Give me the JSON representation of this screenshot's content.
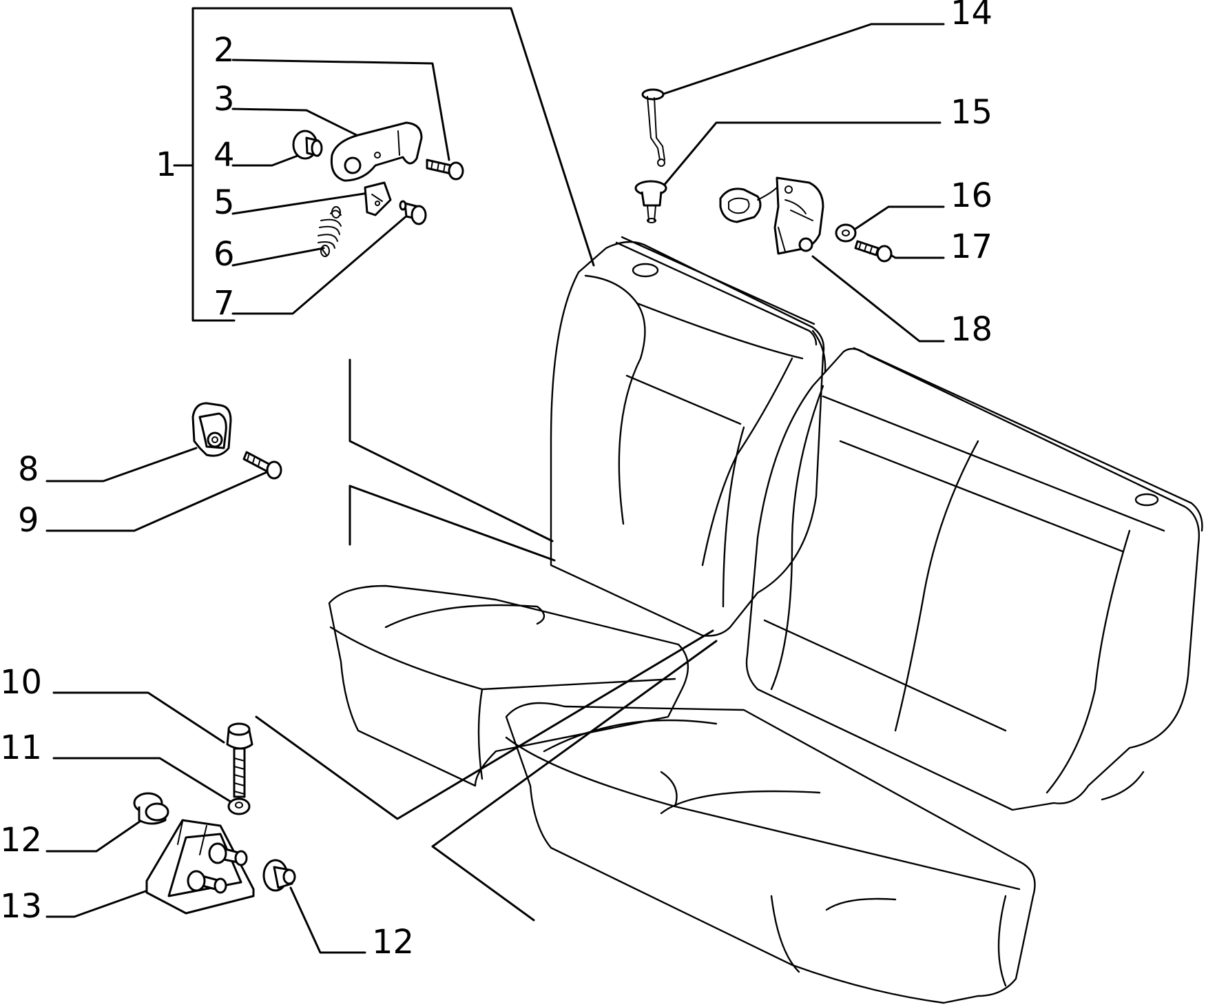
{
  "callouts": {
    "c1": "1",
    "c2": "2",
    "c3": "3",
    "c4": "4",
    "c5": "5",
    "c6": "6",
    "c7": "7",
    "c8": "8",
    "c9": "9",
    "c10": "10",
    "c11": "11",
    "c12a": "12",
    "c12b": "12",
    "c13": "13",
    "c14": "14",
    "c15": "15",
    "c16": "16",
    "c17": "17",
    "c18": "18"
  }
}
